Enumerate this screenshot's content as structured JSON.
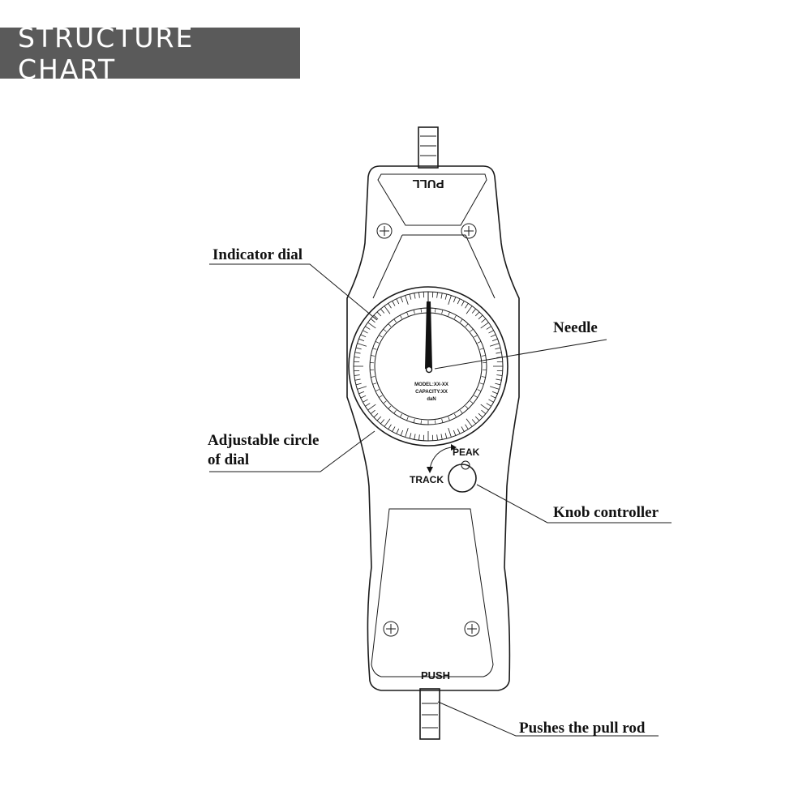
{
  "header": {
    "title": "STRUCTURE CHART"
  },
  "device": {
    "top_label": "PULL",
    "bottom_label": "PUSH",
    "knob_mode_peak": "PEAK",
    "knob_mode_track": "TRACK",
    "dial_model": "MODEL:XX-XX",
    "dial_capacity": "CAPACITY:XX",
    "dial_unit": "daN"
  },
  "callouts": {
    "indicator_dial": "Indicator dial",
    "needle": "Needle",
    "adjustable_circle_line1": "Adjustable circle",
    "adjustable_circle_line2": "of dial",
    "knob_controller": "Knob controller",
    "pull_rod": "Pushes the pull rod"
  },
  "colors": {
    "banner_bg": "#5a5a5a",
    "banner_text": "#ffffff",
    "line": "#1a1a1a"
  }
}
